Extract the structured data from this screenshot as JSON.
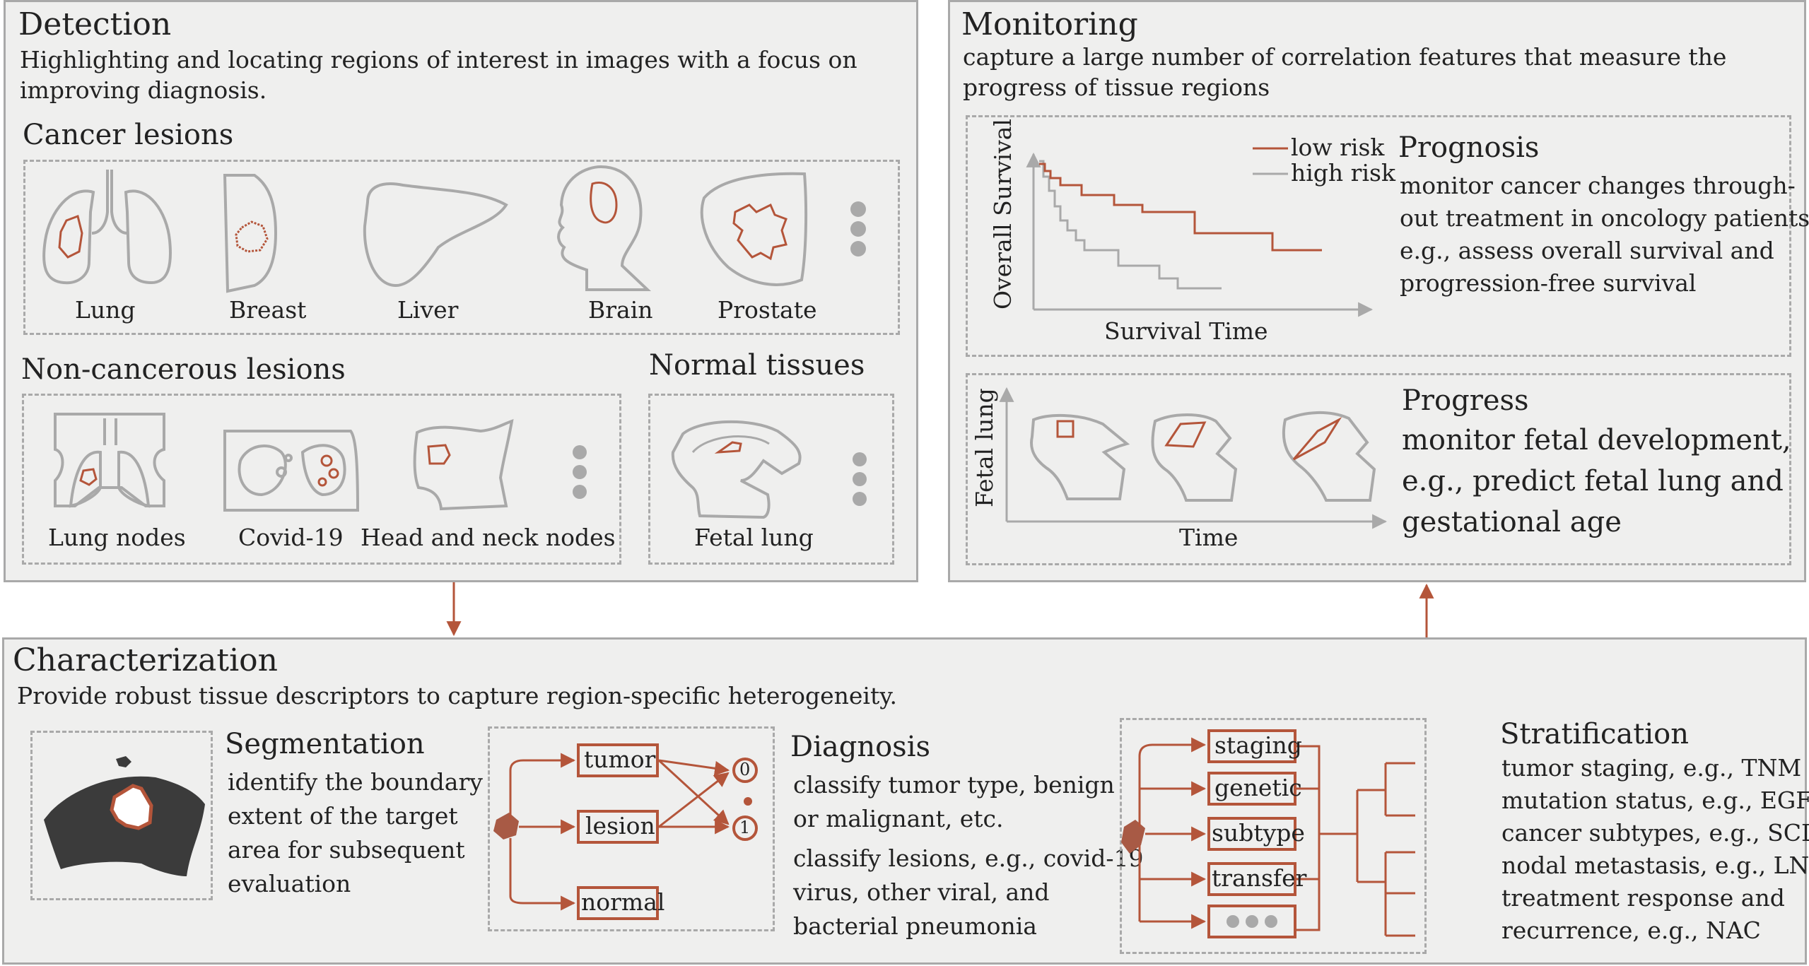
{
  "colors": {
    "accent": "#b4553a",
    "gray": "#a9a9a9",
    "dark": "#3b3b3b",
    "panel": "#efefee"
  },
  "detection": {
    "title": "Detection",
    "desc": "Highlighting and locating regions of interest in images with a focus on improving diagnosis.",
    "cancer": {
      "heading": "Cancer lesions",
      "labels": [
        "Lung",
        "Breast",
        "Liver",
        "Brain",
        "Prostate"
      ]
    },
    "noncancer": {
      "heading": "Non-cancerous lesions",
      "labels": [
        "Lung nodes",
        "Covid-19",
        "Head and neck nodes"
      ]
    },
    "normal": {
      "heading": "Normal tissues",
      "labels": [
        "Fetal lung"
      ]
    }
  },
  "monitoring": {
    "title": "Monitoring",
    "desc": "capture a large number of correlation features that measure the progress of tissue regions",
    "prognosis": {
      "ylabel": "Overall Survival",
      "xlabel": "Survival Time",
      "legend": [
        "low risk",
        "high risk"
      ],
      "title": "Prognosis",
      "text": [
        "monitor cancer changes through-",
        "out treatment in oncology patients,",
        "e.g., assess overall survival and",
        "progression-free survival"
      ]
    },
    "progress": {
      "ylabel": "Fetal lung",
      "xlabel": "Time",
      "title": "Progress",
      "text": [
        "monitor fetal development,",
        "e.g., predict fetal lung and",
        "gestational age"
      ]
    }
  },
  "characterization": {
    "title": "Characterization",
    "desc": "Provide robust tissue descriptors to capture region-specific heterogeneity.",
    "segmentation": {
      "title": "Segmentation",
      "text": [
        "identify the boundary",
        "extent of the target",
        "area for subsequent",
        "evaluation"
      ]
    },
    "diagnosis": {
      "boxes": [
        "tumor",
        "lesion",
        "normal"
      ],
      "outputs": [
        "0",
        "1"
      ],
      "title": "Diagnosis",
      "text1": [
        "classify tumor type, benign",
        "or malignant, etc."
      ],
      "text2": [
        "classify lesions, e.g., covid-19",
        "virus, other viral,  and",
        "bacterial pneumonia"
      ]
    },
    "stratification": {
      "boxes": [
        "staging",
        "genetic",
        "subtype",
        "transfer"
      ],
      "title": "Stratification",
      "text": [
        "tumor staging, e.g., TNM",
        "mutation status, e.g., EGFR",
        "cancer subtypes, e.g., SCLC",
        "nodal metastasis, e.g., LNM",
        "treatment response and",
        "recurrence, e.g., NAC"
      ]
    }
  }
}
